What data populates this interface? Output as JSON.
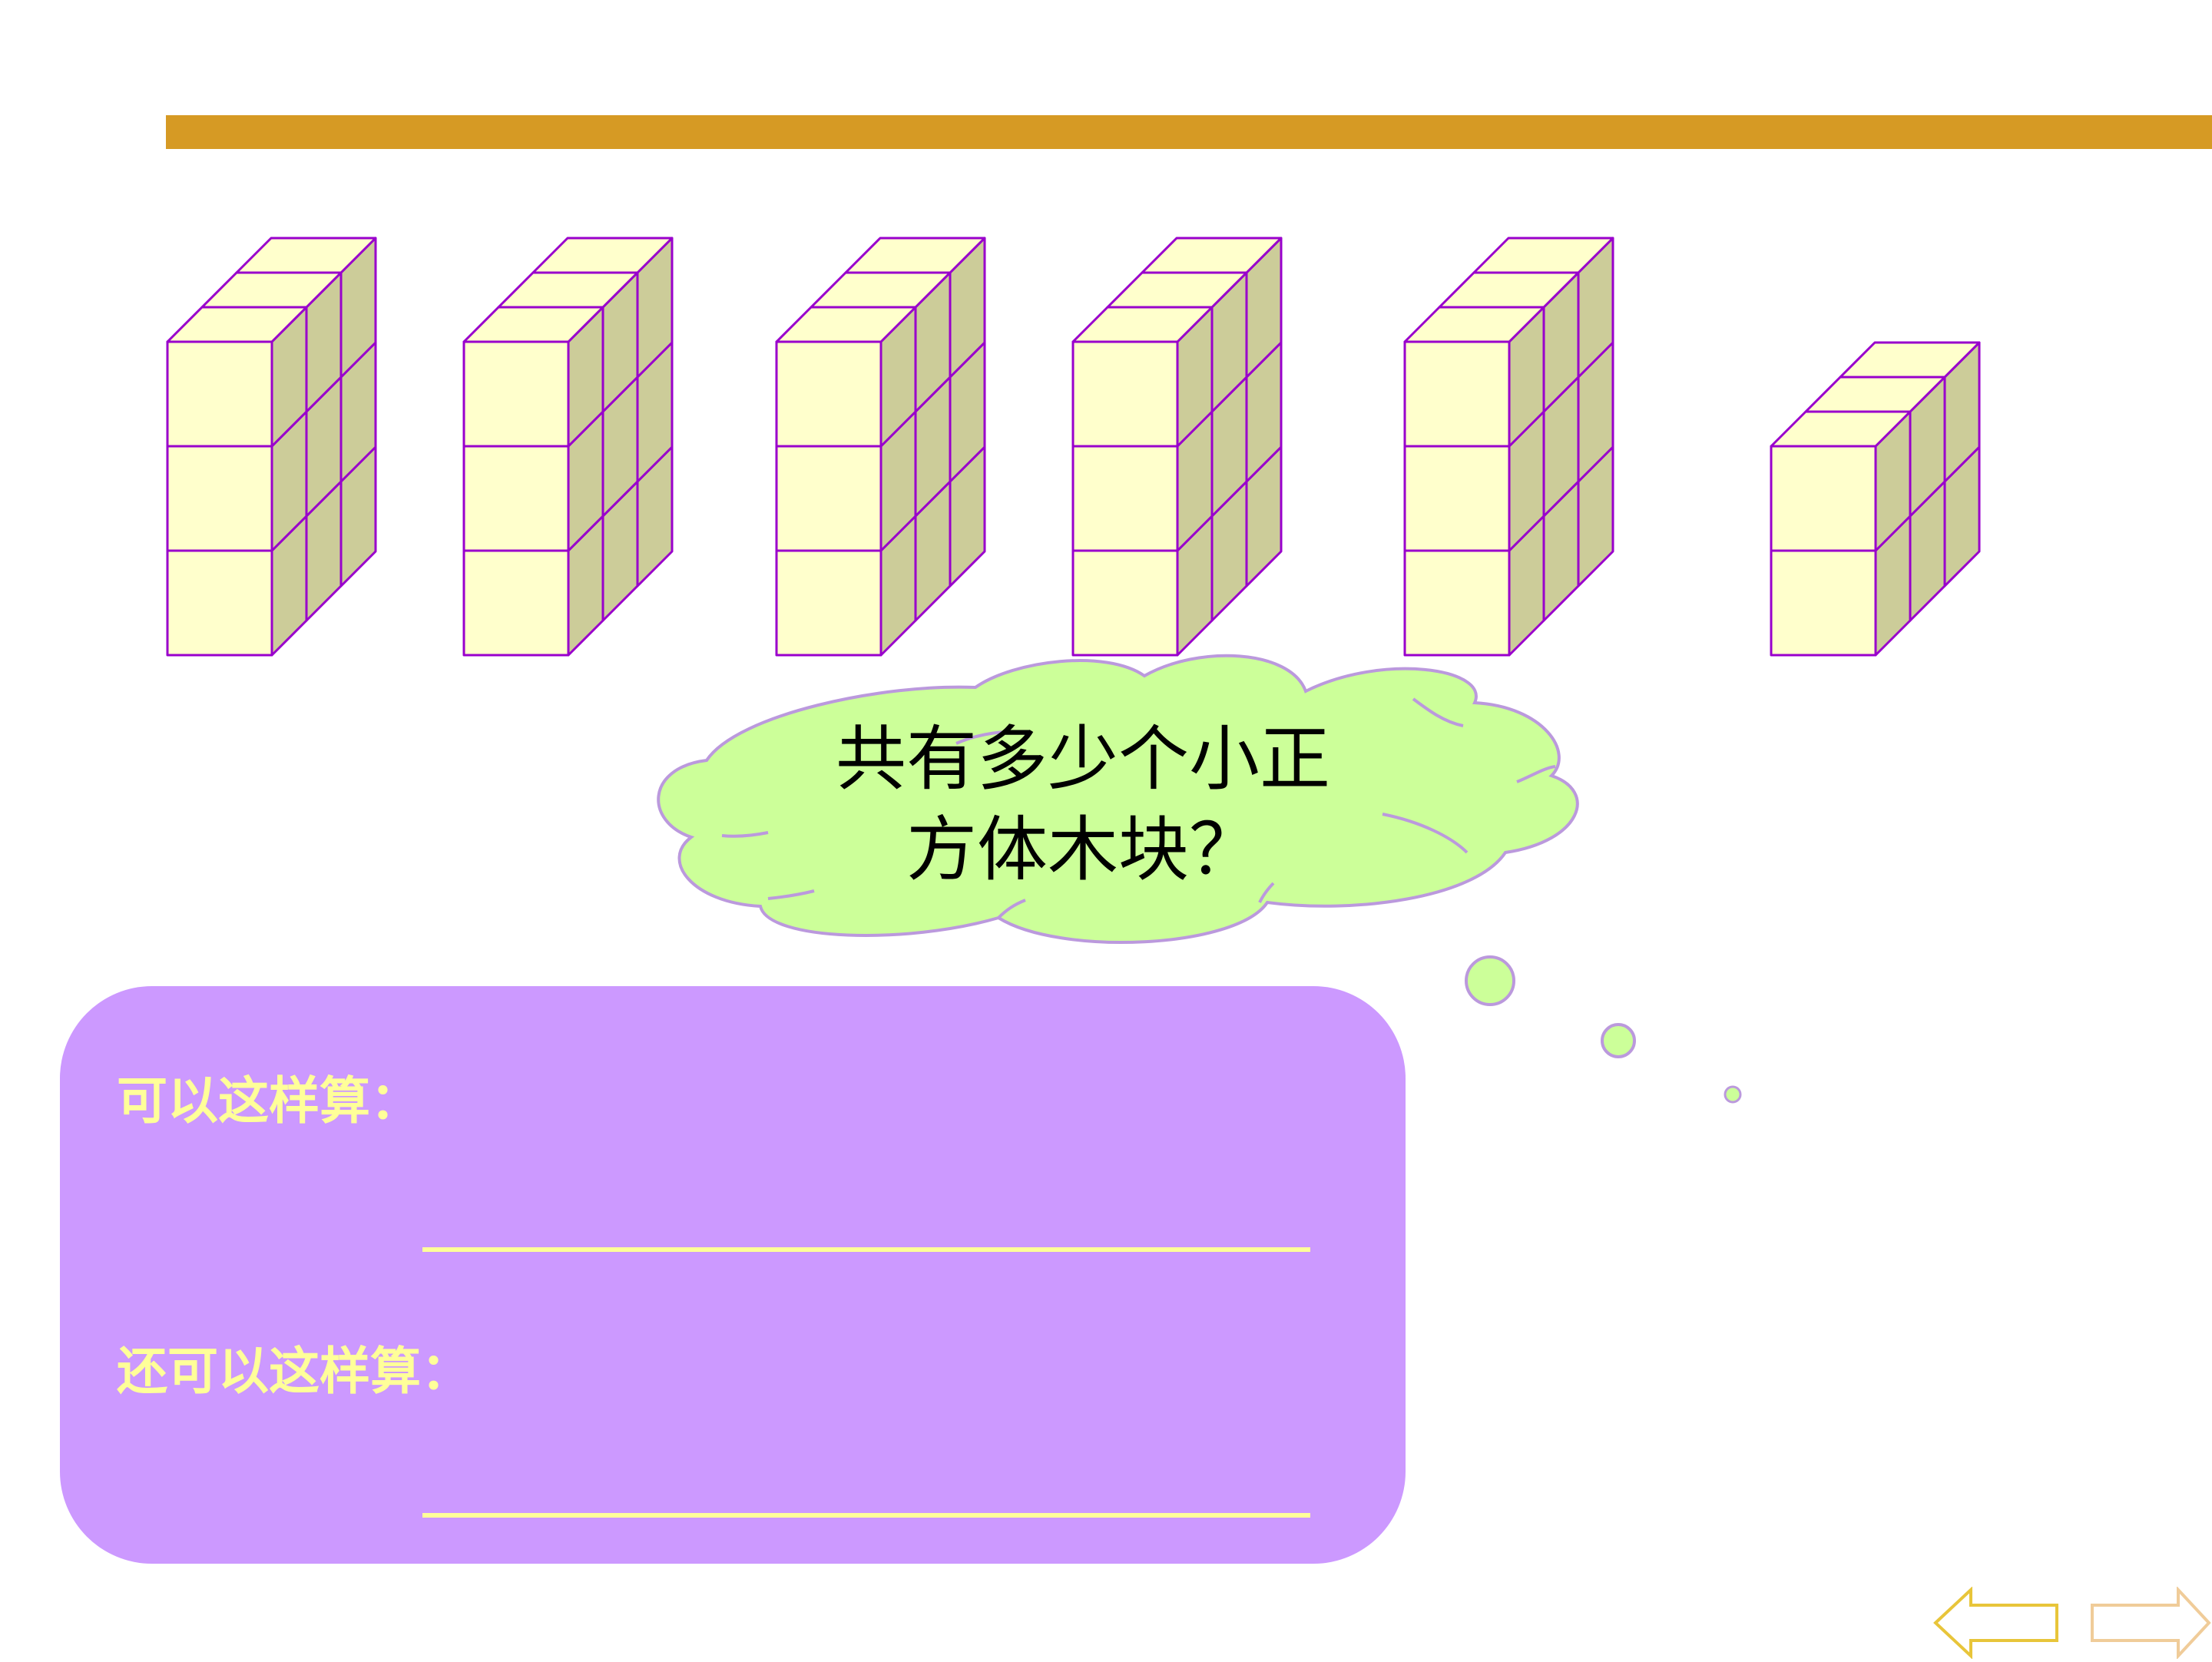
{
  "question": {
    "line1": "共有多少个小正",
    "line2": "方体木块？"
  },
  "answer_panel": {
    "method1_label": "可以这样算：",
    "method2_label": "还可以这样算："
  },
  "nav": {
    "prev_icon": "left-arrow-icon",
    "next_icon": "right-arrow-icon"
  },
  "colors": {
    "title_bar": "#d69a24",
    "cube_front": "#ffffcc",
    "cube_side": "#cccc99",
    "cube_edge": "#9900cc",
    "cloud_fill": "#ccff99",
    "cloud_edge": "#bb99dd",
    "panel": "#cc99ff",
    "panel_text": "#ffff99"
  }
}
